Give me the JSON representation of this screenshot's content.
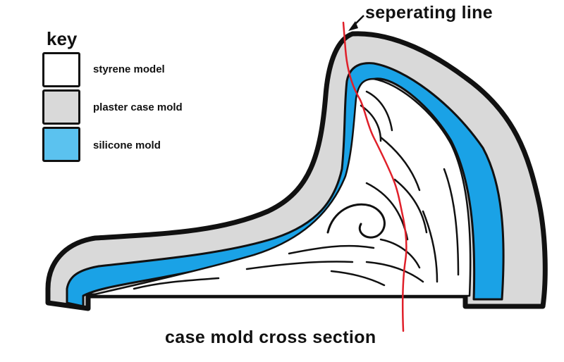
{
  "key": {
    "title": "key",
    "items": [
      {
        "label": "styrene model",
        "color": "#ffffff"
      },
      {
        "label": "plaster case mold",
        "color": "#d9d9d9"
      },
      {
        "label": "silicone mold",
        "color": "#5bc2ef"
      }
    ]
  },
  "separating_line": {
    "label": "seperating line",
    "color": "#e0202a"
  },
  "caption": "case mold cross section",
  "colors": {
    "outline": "#111111",
    "plaster": "#d9d9d9",
    "silicone": "#1aa2e6",
    "styrene": "#ffffff"
  }
}
